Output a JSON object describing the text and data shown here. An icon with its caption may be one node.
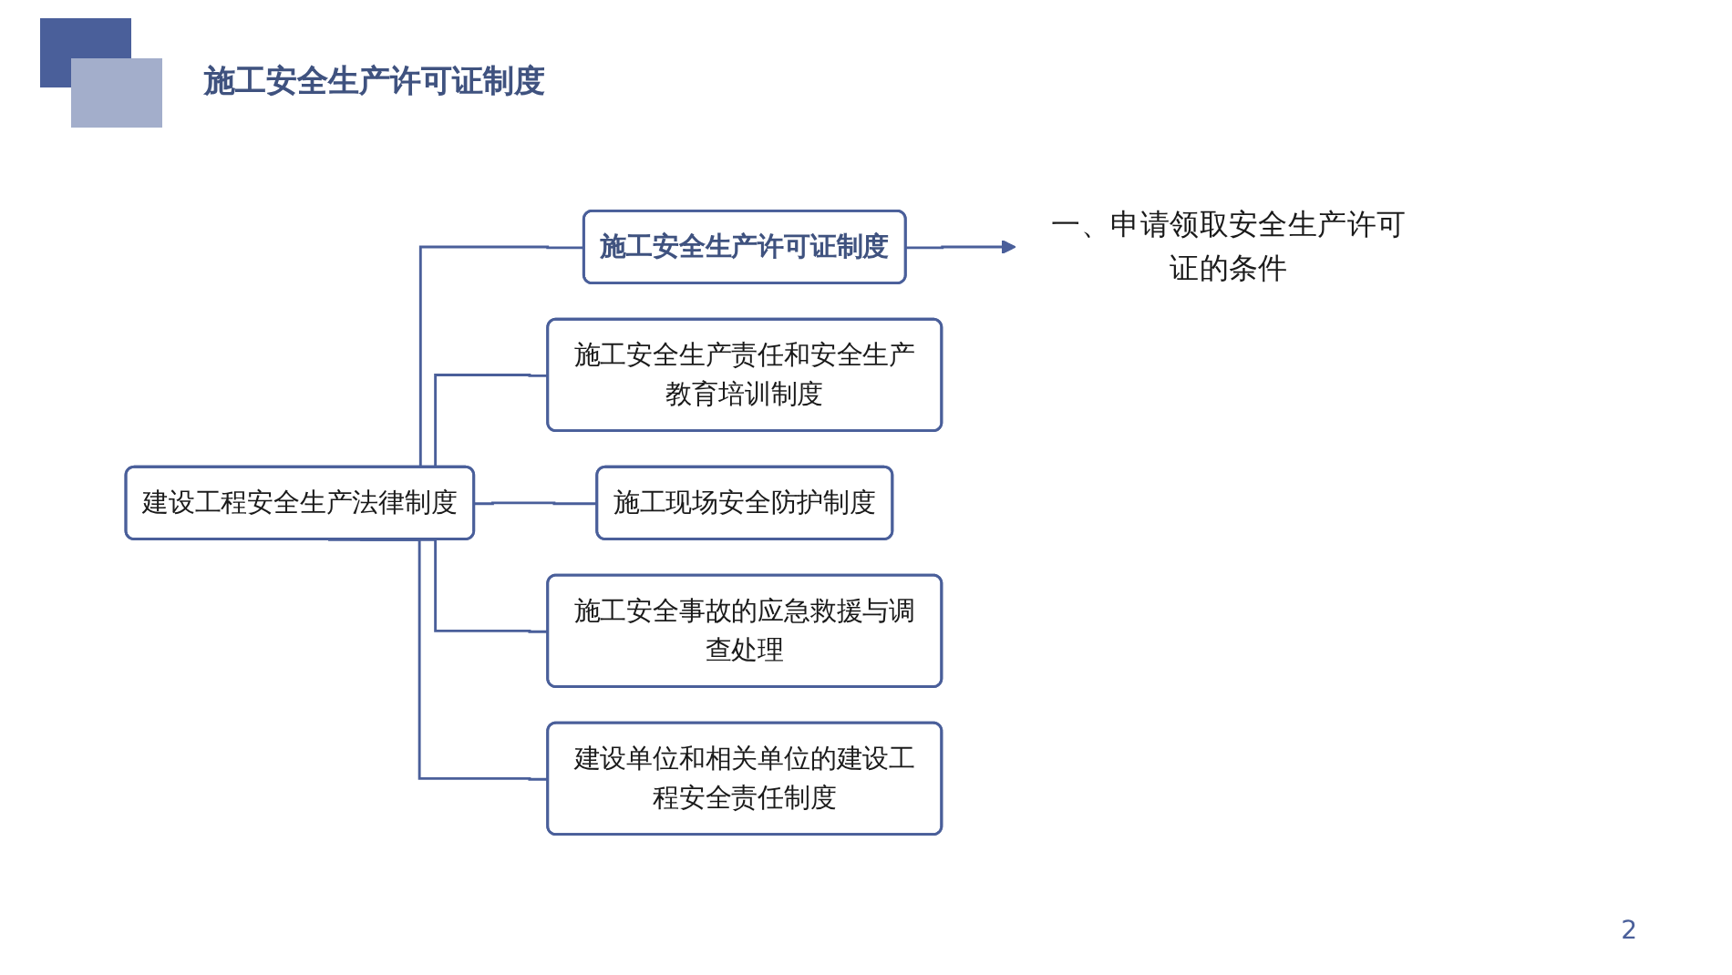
{
  "diagram": {
    "title": "施工安全生产许可证制度",
    "nodes": [
      {
        "text": [
          "建设工程安全生产法律制度"
        ]
      },
      {
        "text": [
          "施工安全生产许可证制度"
        ]
      },
      {
        "text": [
          "施工安全生产责任和安全生产教育培训制度"
        ]
      },
      {
        "text": [
          "施工现场安全防护制度"
        ]
      },
      {
        "text": [
          "施工安全事故的应急救援与调查处理"
        ]
      },
      {
        "text": [
          "建设单位和相关单位的建设工程安全责任制度"
        ]
      },
      {
        "text": [
          "一、申请领取安全生产许可证的条件"
        ]
      }
    ],
    "edges": [
      {
        "from": 0,
        "to": 1,
        "arrow": "none"
      },
      {
        "from": 0,
        "to": 2,
        "arrow": "none"
      },
      {
        "from": 0,
        "to": 3,
        "arrow": "none"
      },
      {
        "from": 0,
        "to": 4,
        "arrow": "none"
      },
      {
        "from": 0,
        "to": 5,
        "arrow": "none"
      },
      {
        "from": 1,
        "to": 6,
        "arrow": "to"
      }
    ],
    "labels": [
      "2"
    ]
  }
}
